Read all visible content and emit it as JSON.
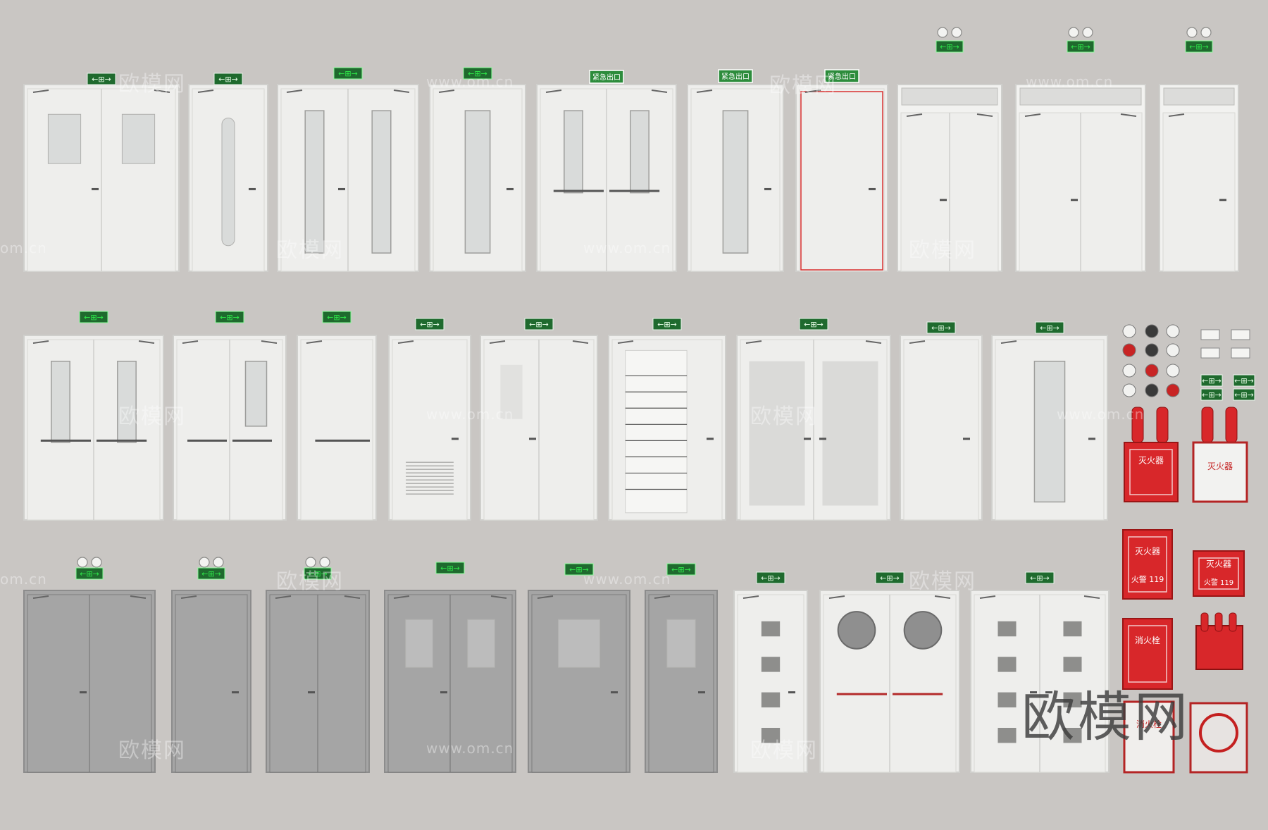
{
  "colors": {
    "background": "#c9c6c3",
    "door_white": "#eeeeec",
    "door_grey": "#a5a5a5",
    "exit_green": "#1f6a2e",
    "exit_glow": "#2ee84a",
    "fire_red": "#d8272a"
  },
  "watermarks": {
    "brand": "欧模网",
    "url": "www.om.cn",
    "url_short": "om.cn"
  },
  "sign_texts": {
    "exit_arrow": "←⊞→",
    "emergency_exit": "紧急出口",
    "fire_extinguisher": "灭火器",
    "fire_hydrant": "消火栓",
    "fire_alarm": "火警 119"
  },
  "rows": [
    {
      "name": "row-1",
      "doors": [
        {
          "type": "double",
          "style": "white",
          "signs": "exit",
          "windows": "square-pair"
        },
        {
          "type": "single",
          "style": "white",
          "signs": "exit",
          "windows": "slot"
        },
        {
          "type": "double",
          "style": "white",
          "signs": "exit-glow",
          "windows": "tall-pair"
        },
        {
          "type": "single",
          "style": "white",
          "signs": "exit-glow",
          "windows": "tall"
        },
        {
          "type": "double",
          "style": "white",
          "signs": "exit-text",
          "windows": "tall-pair-bar"
        },
        {
          "type": "single",
          "style": "white",
          "signs": "exit-text",
          "windows": "tall"
        },
        {
          "type": "single",
          "style": "white-red",
          "signs": "exit-text",
          "windows": "none"
        },
        {
          "type": "double",
          "style": "white-transom",
          "signs": "lamp",
          "windows": "none"
        },
        {
          "type": "double",
          "style": "white-transom",
          "signs": "lamp",
          "windows": "none"
        },
        {
          "type": "single",
          "style": "white-transom",
          "signs": "lamp",
          "windows": "none"
        }
      ]
    },
    {
      "name": "row-2",
      "doors": [
        {
          "type": "double",
          "style": "white",
          "signs": "exit-glow",
          "windows": "tall-pair-bar"
        },
        {
          "type": "double",
          "style": "white",
          "signs": "exit-glow",
          "windows": "single-bar"
        },
        {
          "type": "single",
          "style": "white",
          "signs": "exit-glow",
          "windows": "bar"
        },
        {
          "type": "single",
          "style": "white",
          "signs": "exit",
          "windows": "louver"
        },
        {
          "type": "double",
          "style": "white",
          "signs": "exit",
          "windows": "small"
        },
        {
          "type": "single",
          "style": "white",
          "signs": "exit",
          "windows": "louver-full"
        },
        {
          "type": "double",
          "style": "white",
          "signs": "exit",
          "windows": "glass-pair"
        },
        {
          "type": "single",
          "style": "white",
          "signs": "exit",
          "windows": "none"
        },
        {
          "type": "single",
          "style": "white",
          "signs": "exit",
          "windows": "tall"
        }
      ]
    },
    {
      "name": "row-3",
      "doors": [
        {
          "type": "double",
          "style": "grey",
          "signs": "lamp-exit",
          "windows": "none"
        },
        {
          "type": "single",
          "style": "grey",
          "signs": "lamp-exit",
          "windows": "none"
        },
        {
          "type": "double",
          "style": "grey",
          "signs": "lamp-exit",
          "windows": "none"
        },
        {
          "type": "double",
          "style": "grey",
          "signs": "exit-glow",
          "windows": "square-pair"
        },
        {
          "type": "single",
          "style": "grey",
          "signs": "exit-glow",
          "windows": "square"
        },
        {
          "type": "single",
          "style": "grey",
          "signs": "exit-glow",
          "windows": "square"
        },
        {
          "type": "single",
          "style": "white",
          "signs": "exit",
          "windows": "squares"
        },
        {
          "type": "double",
          "style": "white",
          "signs": "exit",
          "windows": "portholes"
        },
        {
          "type": "double",
          "style": "white",
          "signs": "exit",
          "windows": "squares"
        }
      ]
    }
  ]
}
